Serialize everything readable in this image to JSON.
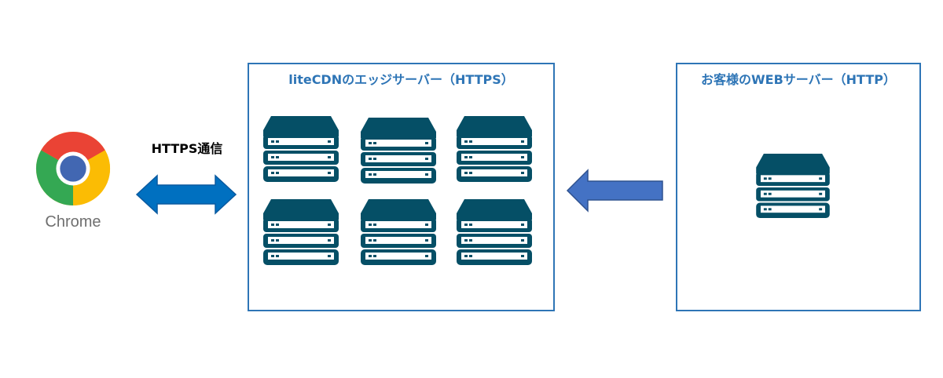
{
  "client": {
    "label": "Chrome",
    "icon": "chrome-logo-icon"
  },
  "connection": {
    "label": "HTTPS通信",
    "arrow_color": "#0070c0"
  },
  "edge_group": {
    "title": "liteCDNのエッジサーバー（HTTPS）",
    "server_count": 6,
    "border_color": "#2e75b6"
  },
  "origin_group": {
    "title": "お客様のWEBサーバー（HTTP）",
    "server_count": 1,
    "border_color": "#2e75b6"
  },
  "origin_arrow": {
    "color": "#4472c4",
    "direction": "left"
  },
  "colors": {
    "server": "#054f66",
    "title_text": "#2e75b6"
  }
}
